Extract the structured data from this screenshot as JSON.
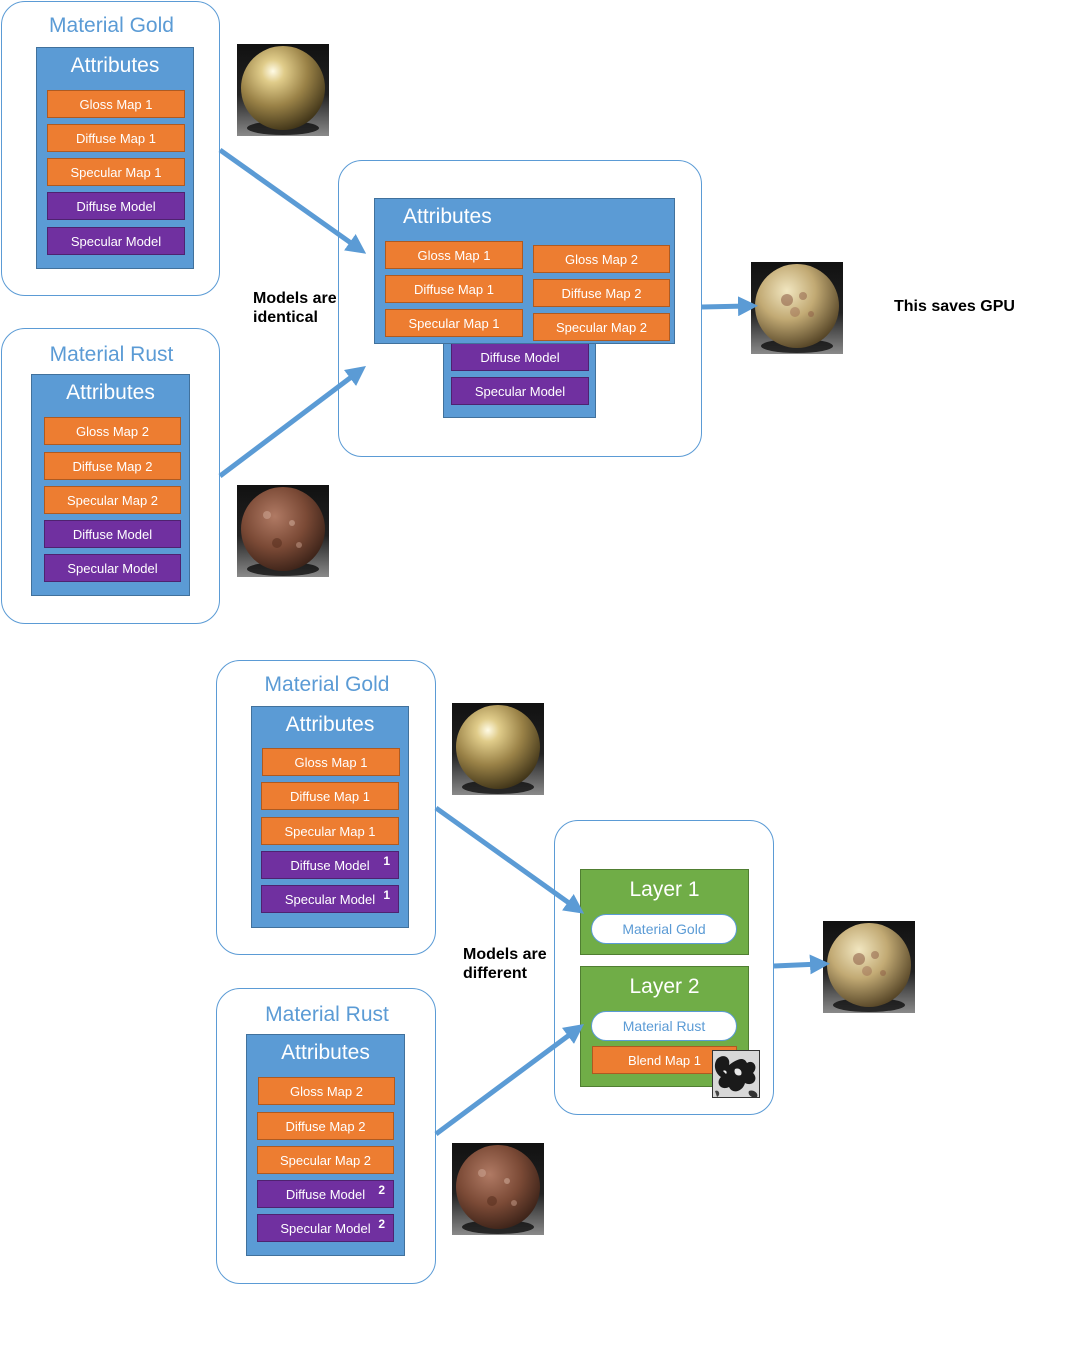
{
  "top": {
    "gold": {
      "title": "Material Gold",
      "attributes_title": "Attributes",
      "items": [
        "Gloss Map 1",
        "Diffuse Map 1",
        "Specular Map 1",
        "Diffuse Model",
        "Specular Model"
      ]
    },
    "rust": {
      "title": "Material Rust",
      "attributes_title": "Attributes",
      "items": [
        "Gloss Map 2",
        "Diffuse Map 2",
        "Specular Map 2",
        "Diffuse Model",
        "Specular Model"
      ]
    },
    "merged": {
      "attributes_title": "Attributes",
      "left_items": [
        "Gloss Map 1",
        "Diffuse Map 1",
        "Specular Map 1"
      ],
      "right_items": [
        "Gloss Map 2",
        "Diffuse Map 2",
        "Specular Map 2"
      ],
      "models": [
        "Diffuse Model",
        "Specular Model"
      ]
    },
    "note_models": [
      "Models are",
      "identical"
    ],
    "note_gpu": "This saves GPU"
  },
  "bottom": {
    "gold": {
      "title": "Material Gold",
      "attributes_title": "Attributes",
      "items": [
        "Gloss Map 1",
        "Diffuse Map 1",
        "Specular Map 1",
        "Diffuse Model",
        "Specular Model"
      ],
      "badges": [
        "1",
        "1"
      ]
    },
    "rust": {
      "title": "Material Rust",
      "attributes_title": "Attributes",
      "items": [
        "Gloss Map 2",
        "Diffuse Map 2",
        "Specular Map 2",
        "Diffuse Model",
        "Specular Model"
      ],
      "badges": [
        "2",
        "2"
      ]
    },
    "note_models": [
      "Models are",
      "different"
    ],
    "layer1": {
      "title": "Layer 1",
      "material": "Material Gold"
    },
    "layer2": {
      "title": "Layer 2",
      "material": "Material Rust",
      "blend": "Blend Map 1"
    }
  },
  "colors": {
    "blue": "#5b9bd5",
    "orange": "#ed7d31",
    "purple": "#7030a0",
    "green": "#70ad47",
    "arrow": "#5b9bd5"
  },
  "icons": [
    "gold-sphere-icon",
    "rust-sphere-icon",
    "blended-sphere-icon",
    "blend-noise-icon",
    "arrow-icon"
  ]
}
